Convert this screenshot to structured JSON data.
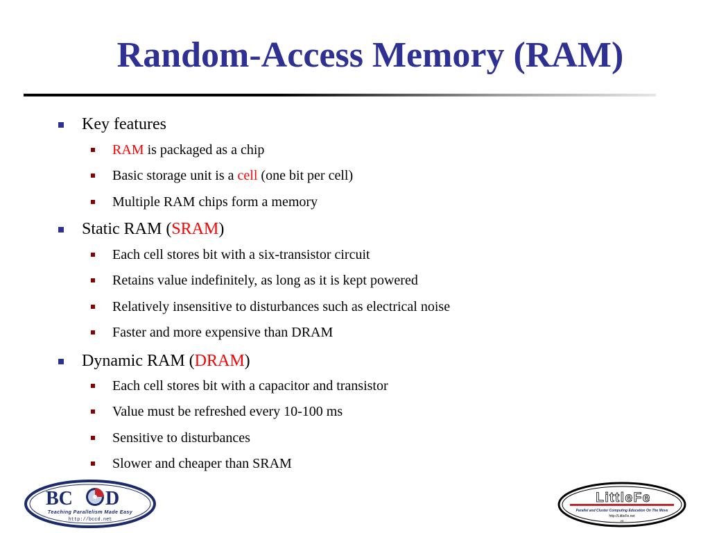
{
  "slide": {
    "title": "Random-Access Memory (RAM)",
    "sections": [
      {
        "label": "Key features",
        "items": [
          {
            "highlight": "RAM",
            "rest": " is packaged as a chip"
          },
          {
            "before": "Basic storage unit is a ",
            "highlight": "cell",
            "after": " (one bit per cell)"
          },
          {
            "text": "Multiple RAM chips form a memory"
          }
        ]
      },
      {
        "label_before": "Static RAM (",
        "label_highlight": "SRAM",
        "label_after": ")",
        "items": [
          {
            "text": "Each cell stores bit with a six-transistor circuit"
          },
          {
            "text": "Retains value indefinitely, as long as it is kept powered"
          },
          {
            "text": "Relatively insensitive to disturbances such as electrical noise"
          },
          {
            "text": "Faster and more expensive than DRAM"
          }
        ]
      },
      {
        "label_before": "Dynamic RAM (",
        "label_highlight": "DRAM",
        "label_after": ")",
        "items": [
          {
            "text": "Each cell stores bit with a capacitor and transistor"
          },
          {
            "text": "Value must be refreshed every 10-100 ms"
          },
          {
            "text": "Sensitive to disturbances"
          },
          {
            "text": "Slower and cheaper than SRAM"
          }
        ]
      }
    ]
  },
  "logos": {
    "bccd": {
      "name_left": "BC",
      "name_right": "D",
      "tagline": "Teaching Parallelism Made Easy",
      "url": "http://bccd.net"
    },
    "littlefe": {
      "name": "LittleFe",
      "tagline": "Parallel and Cluster Computing Education On The Move",
      "url": "http://LittleFe.net",
      "version": "v4"
    }
  },
  "colors": {
    "title": "#2e3192",
    "highlight": "#ff0000",
    "level1_bullet": "#2e3192",
    "level2_bullet": "#8b0000",
    "logo_navy": "#1b2a6b",
    "logo_red": "#c1272d"
  }
}
